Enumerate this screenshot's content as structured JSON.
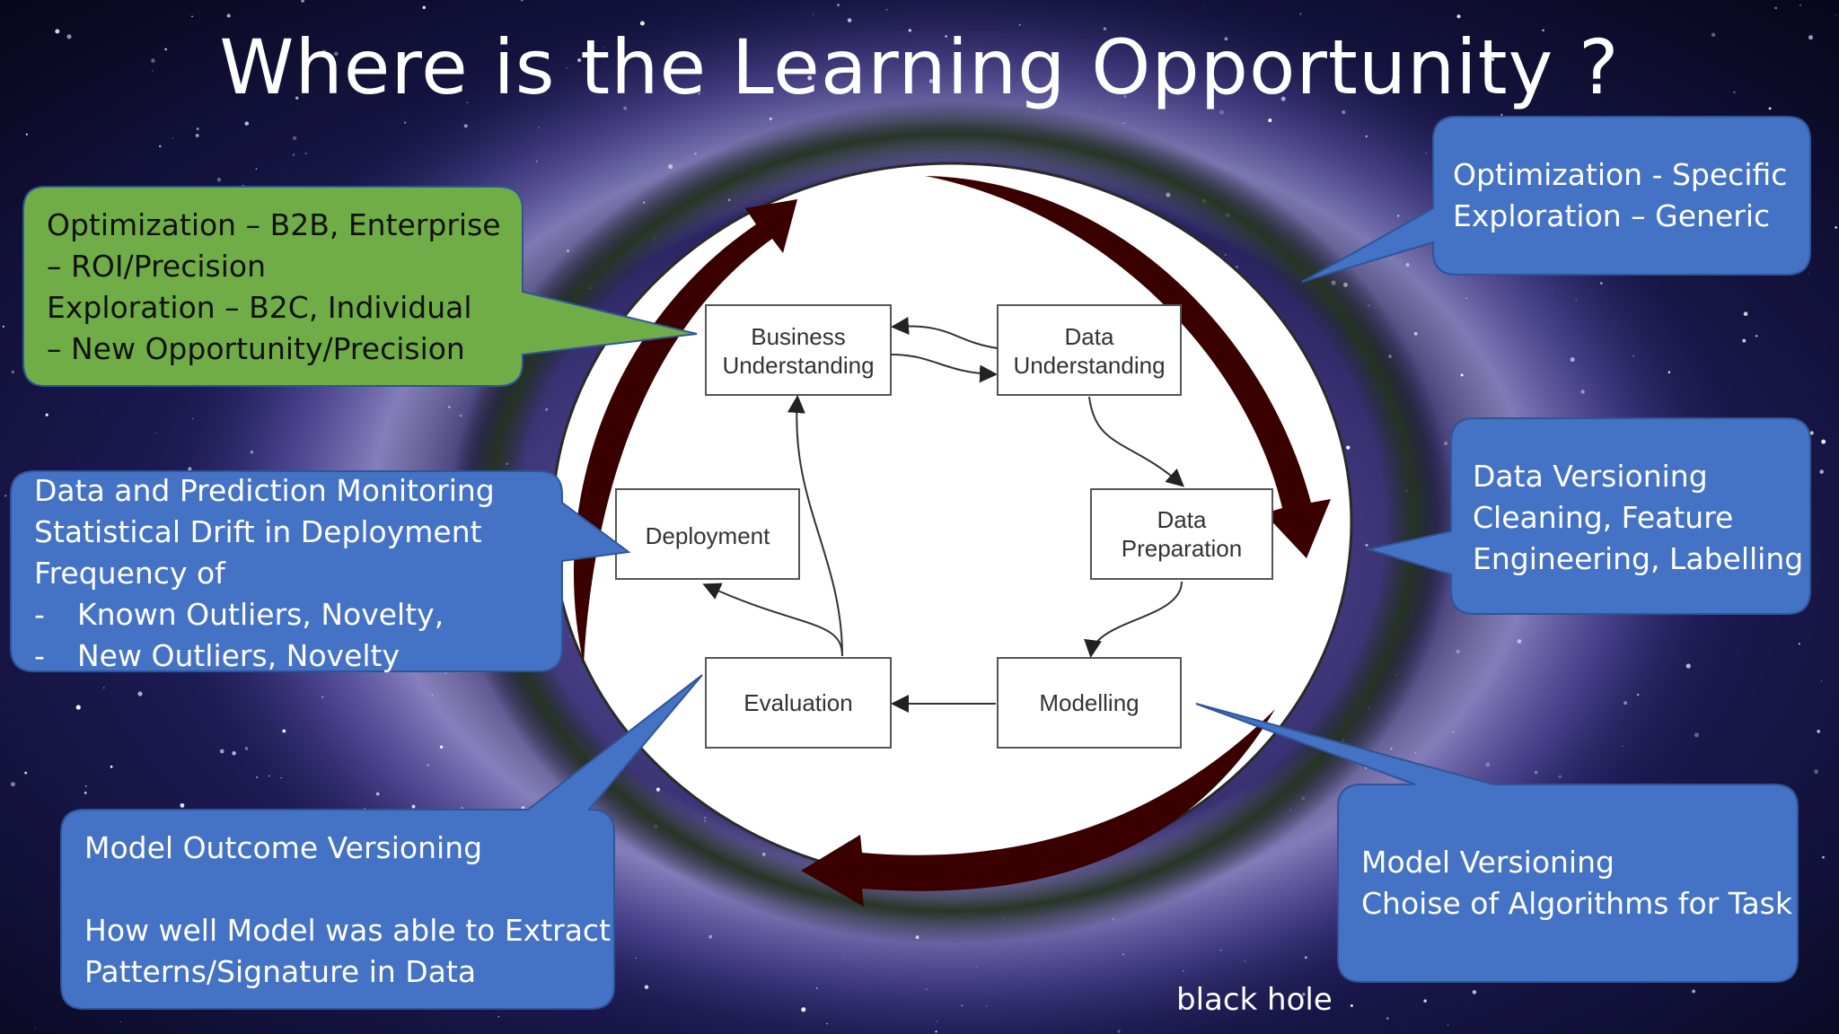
{
  "title": "Where is the Learning Opportunity ?",
  "caption": "black hole",
  "colors": {
    "callout_blue": "#4472c4",
    "callout_green": "#70ad47",
    "cycle_arrow": "#3a0000"
  },
  "diagram": {
    "nodes": {
      "business": [
        "Business",
        "Understanding"
      ],
      "data_understanding": [
        "Data",
        "Understanding"
      ],
      "data_preparation": [
        "Data",
        "Preparation"
      ],
      "modelling": "Modelling",
      "evaluation": "Evaluation",
      "deployment": "Deployment"
    }
  },
  "callouts": {
    "optimization_green": {
      "lines": [
        "Optimization – B2B, Enterprise",
        "– ROI/Precision",
        "Exploration – B2C, Individual",
        "– New Opportunity/Precision"
      ]
    },
    "optimization_specific": {
      "lines": [
        "Optimization - Specific",
        "Exploration – Generic"
      ]
    },
    "monitoring": {
      "lines": [
        "Data and Prediction Monitoring",
        "Statistical  Drift in Deployment",
        "Frequency of"
      ],
      "items": [
        "Known Outliers, Novelty,",
        "New Outliers, Novelty"
      ],
      "bullet": "-"
    },
    "data_versioning": {
      "lines": [
        "Data Versioning",
        "Cleaning, Feature",
        "Engineering, Labelling"
      ]
    },
    "model_outcome": {
      "lines": [
        "Model Outcome Versioning",
        "",
        "How well Model was able to Extract",
        "Patterns/Signature in Data"
      ]
    },
    "model_versioning": {
      "lines": [
        "Model Versioning",
        "Choise of Algorithms for Task"
      ]
    }
  }
}
